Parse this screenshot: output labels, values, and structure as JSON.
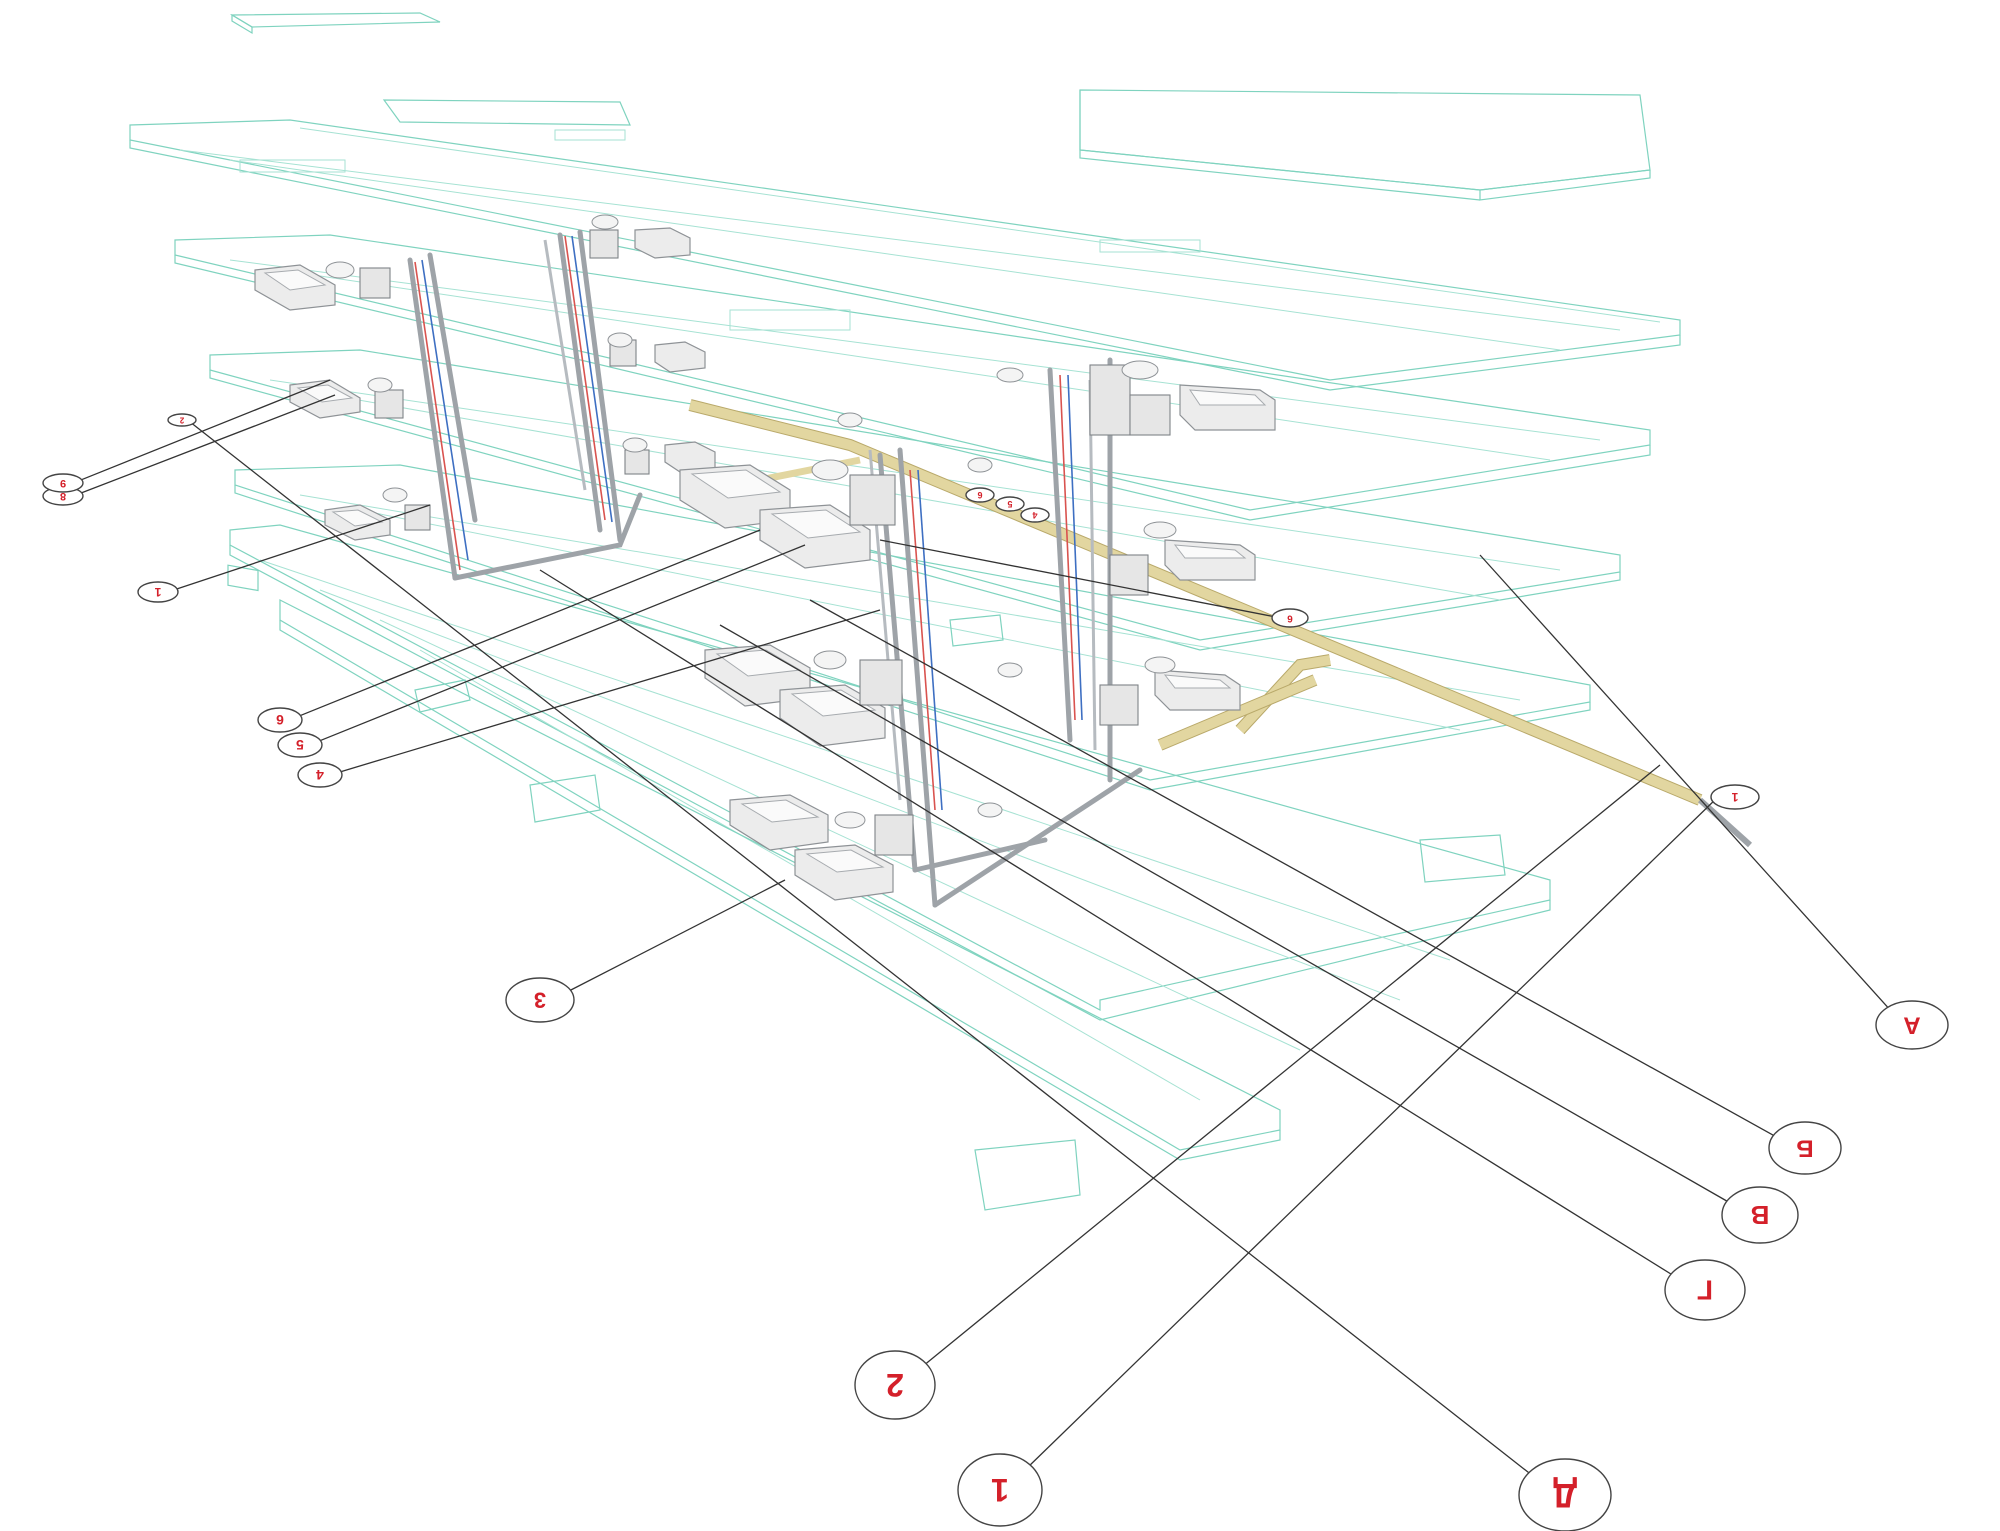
{
  "diagram": {
    "axis_labels": [
      {
        "id": "axis-A",
        "text": "А"
      },
      {
        "id": "axis-B",
        "text": "Б"
      },
      {
        "id": "axis-V",
        "text": "В"
      },
      {
        "id": "axis-G",
        "text": "Г"
      },
      {
        "id": "axis-D",
        "text": "Д"
      },
      {
        "id": "axis-1",
        "text": "1"
      },
      {
        "id": "axis-2",
        "text": "2"
      },
      {
        "id": "axis-3",
        "text": "3"
      },
      {
        "id": "axis-4",
        "text": "4"
      },
      {
        "id": "axis-5",
        "text": "5"
      },
      {
        "id": "axis-6",
        "text": "6"
      },
      {
        "id": "axis-1-far",
        "text": "1"
      },
      {
        "id": "axis-8-far",
        "text": "8"
      },
      {
        "id": "axis-9-far",
        "text": "9"
      },
      {
        "id": "axis-2-far",
        "text": "2"
      },
      {
        "id": "axis-1-small",
        "text": "1"
      },
      {
        "id": "axis-6-mid",
        "text": "6"
      },
      {
        "id": "axis-5-mid",
        "text": "5"
      },
      {
        "id": "axis-4-mid",
        "text": "4"
      },
      {
        "id": "axis-6-upper",
        "text": "6"
      }
    ],
    "colors": {
      "slab_outline": "#7fd3bf",
      "leader": "#333333",
      "label_text": "#d4202a",
      "main_pipe": "#e2d6a0",
      "riser": "#9ea3a8",
      "hot_line": "#d9534f",
      "cold_line": "#3e6fc2"
    }
  }
}
